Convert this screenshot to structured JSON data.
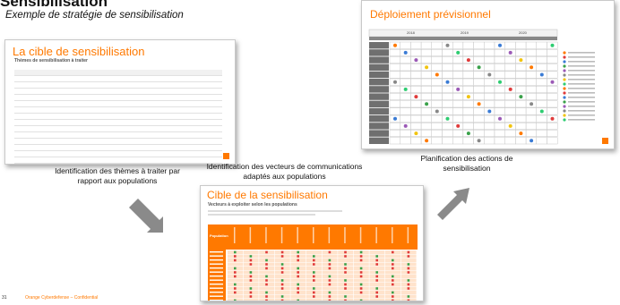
{
  "page": {
    "title": "Sensibilisation",
    "subtitle": "Exemple de stratégie de sensibilisation"
  },
  "slides": {
    "cible_themes": {
      "title": "La cible de sensibilisation",
      "subtitle": "Thèmes de sensibilisation à traiter",
      "caption": "Identification des thèmes à traiter par rapport aux populations"
    },
    "cible_vecteurs": {
      "title": "Cible de la sensibilisation",
      "subtitle": "Vecteurs à exploiter selon les populations",
      "header_label": "Population",
      "caption": "Identification des vecteurs de communications adaptés aux populations"
    },
    "deploiement": {
      "title": "Déploiement prévisionnel",
      "years": [
        "2018",
        "2019",
        "2020"
      ],
      "caption": "Planification des actions de sensibilisation"
    }
  },
  "footer": {
    "page_number": "31",
    "text": "Orange Cyberdefense – Confidential"
  },
  "colors": {
    "brand_orange": "#ff7900",
    "arrow_gray": "#8a8a8a",
    "red_marker": "#e03b3b",
    "green_marker": "#3aa14a"
  }
}
